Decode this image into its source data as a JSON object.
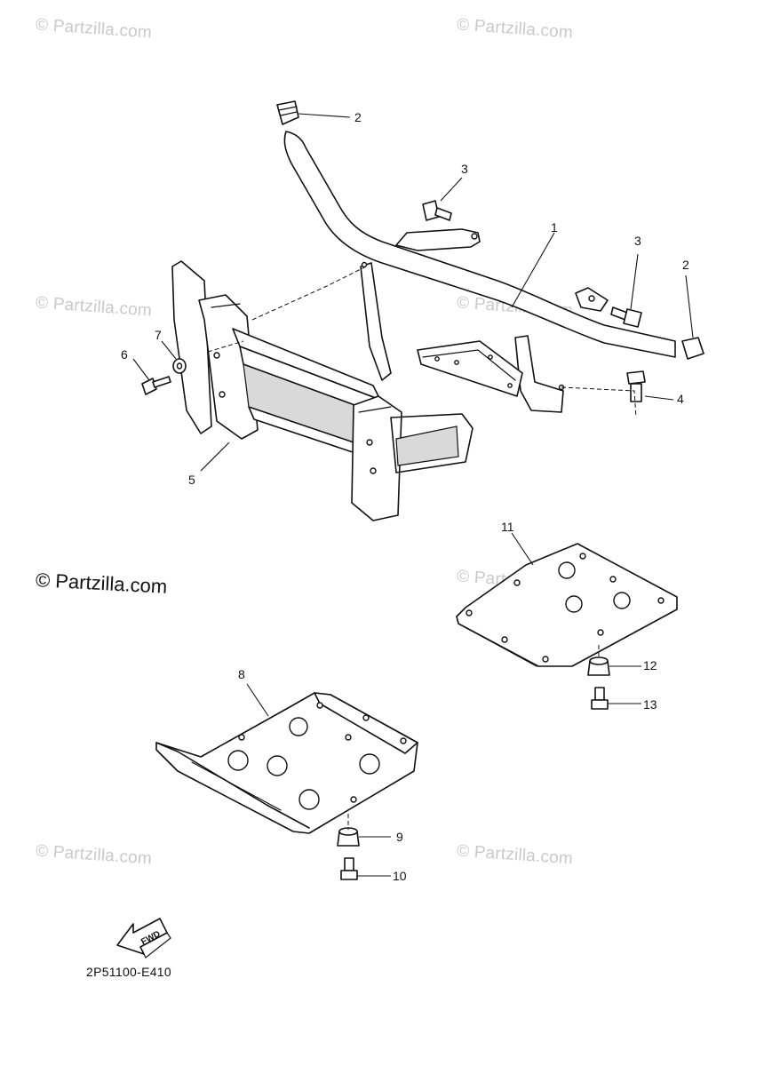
{
  "watermarks": [
    "© Partzilla.com",
    "© Partzilla.com",
    "© Partzilla.com",
    "© Partzilla.com",
    "© Partzilla.com",
    "© Partzilla.com",
    "© Partzilla.com"
  ],
  "watermark_main": "© Partzilla.com",
  "callouts": [
    "1",
    "2",
    "2",
    "3",
    "3",
    "4",
    "5",
    "6",
    "7",
    "8",
    "9",
    "10",
    "11",
    "12",
    "13"
  ],
  "fwd_label": "FWD",
  "diagram_code": "2P51100-E410"
}
